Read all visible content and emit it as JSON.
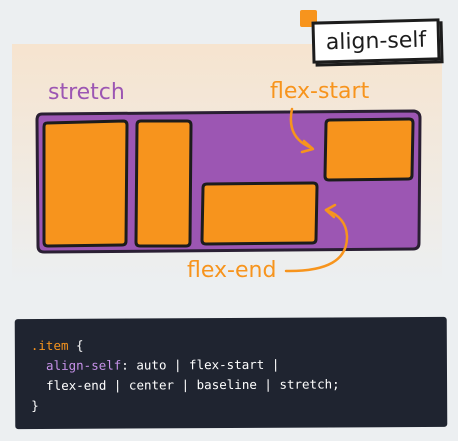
{
  "title": "align-self",
  "labels": {
    "stretch": "stretch",
    "flex_start_top": "flex-start",
    "flex_end": "flex-end"
  },
  "code": {
    "selector": ".item",
    "open_brace": "{",
    "property": "align-self",
    "colon": ":",
    "line2_values": "auto | flex-start |",
    "line3_values": "flex-end | center | baseline | stretch;",
    "close_brace": "}"
  },
  "colors": {
    "container": "#9c56b3",
    "item": "#f7941d",
    "outline": "#1c1c1c",
    "code_bg": "#1f2430",
    "background_band": "#f5e6d3"
  }
}
